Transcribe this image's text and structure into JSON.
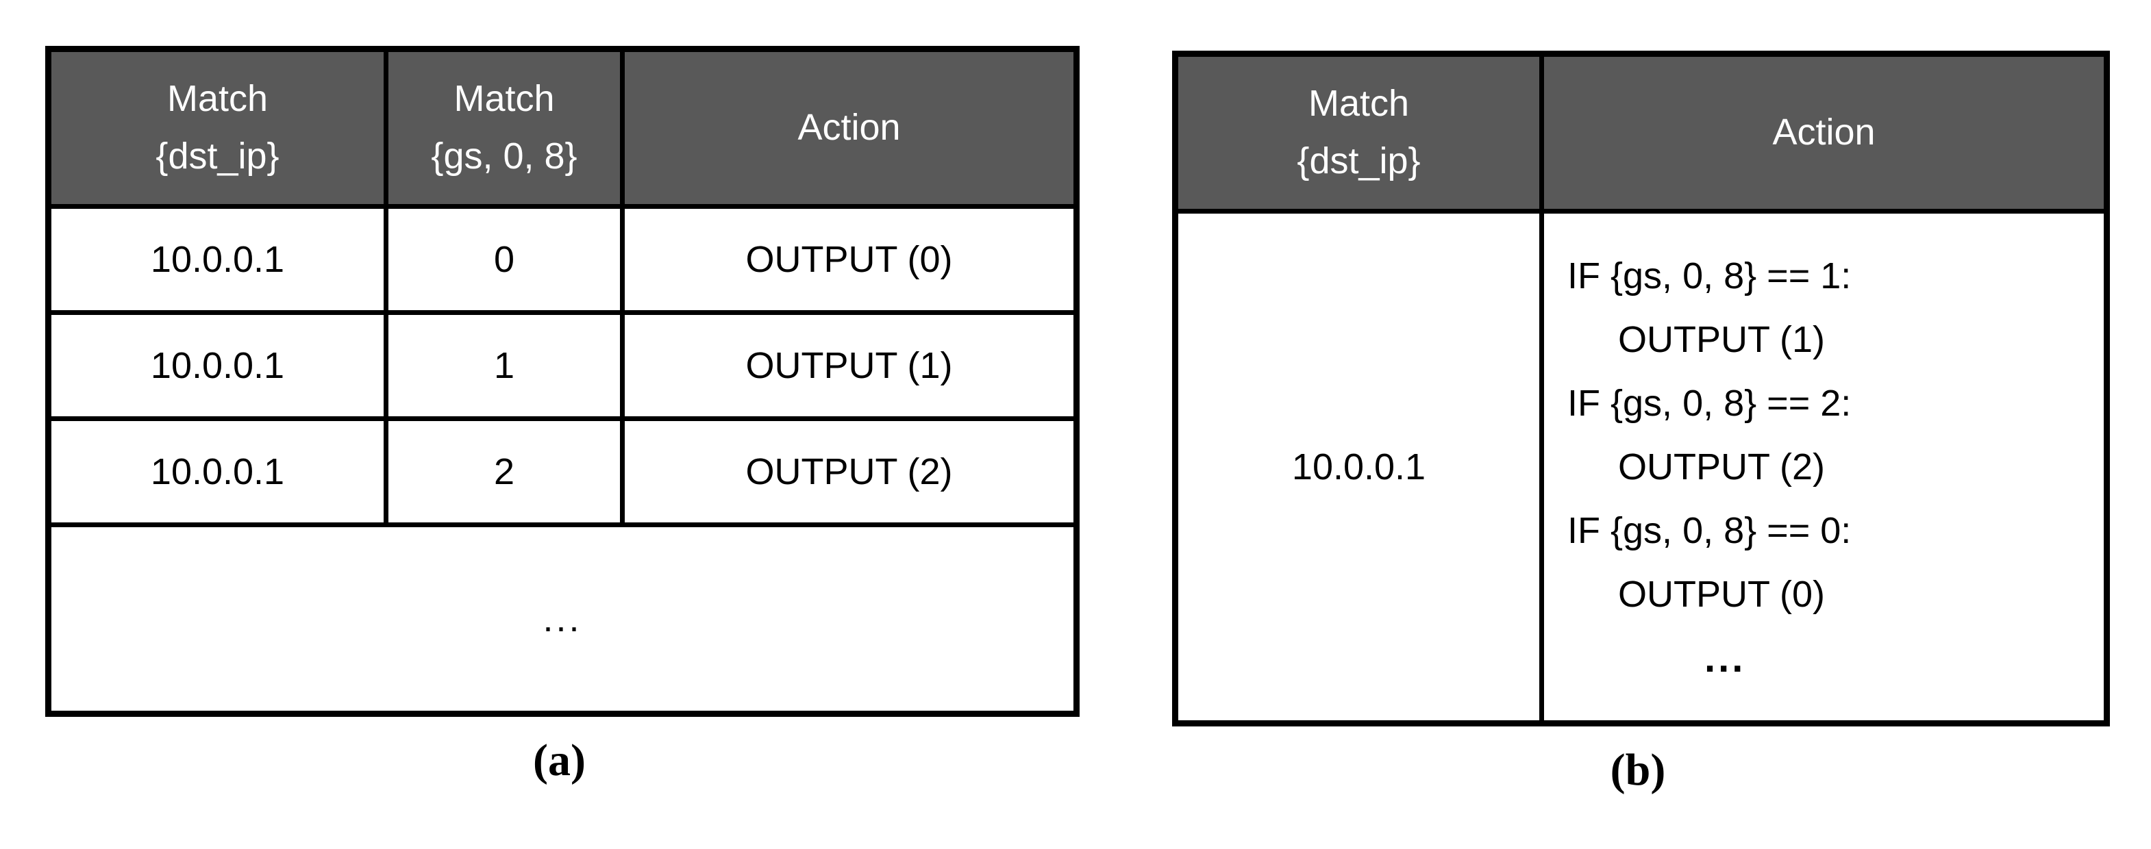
{
  "figure": {
    "panel_a": {
      "caption": "(a)",
      "columns": {
        "match_dst_ip": "Match\n{dst_ip}",
        "match_gs": "Match\n{gs, 0, 8}",
        "action": "Action"
      },
      "rows": [
        {
          "dst_ip": "10.0.0.1",
          "gs": "0",
          "action": "OUTPUT (0)"
        },
        {
          "dst_ip": "10.0.0.1",
          "gs": "1",
          "action": "OUTPUT (1)"
        },
        {
          "dst_ip": "10.0.0.1",
          "gs": "2",
          "action": "OUTPUT (2)"
        }
      ],
      "ellipsis_row": "..."
    },
    "panel_b": {
      "caption": "(b)",
      "columns": {
        "match_dst_ip": "Match\n{dst_ip}",
        "action": "Action"
      },
      "row": {
        "dst_ip": "10.0.0.1",
        "action_lines": [
          "IF {gs, 0, 8} == 1:",
          "OUTPUT (1)",
          "IF {gs, 0, 8} == 2:",
          "OUTPUT (2)",
          "IF {gs, 0, 8} == 0:",
          "OUTPUT (0)",
          "..."
        ]
      }
    },
    "colors": {
      "header_bg": "#595959",
      "header_text": "#FFFFFF",
      "body_text": "#000000",
      "border": "#000000",
      "background": "#FFFFFF"
    }
  }
}
